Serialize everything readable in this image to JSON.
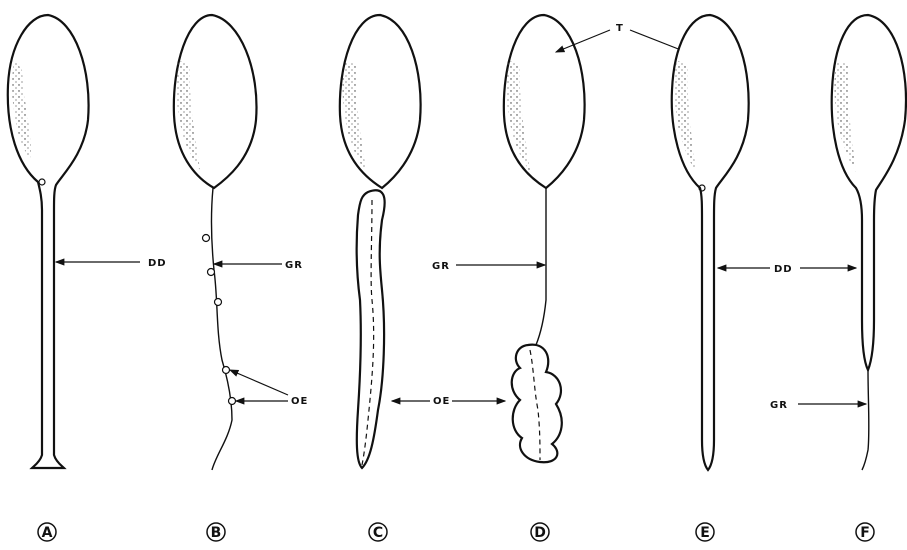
{
  "labels": {
    "t": "T",
    "dd": "DD",
    "gr": "GR",
    "oe": "OE"
  },
  "panels": [
    "A",
    "B",
    "C",
    "D",
    "E",
    "F"
  ]
}
